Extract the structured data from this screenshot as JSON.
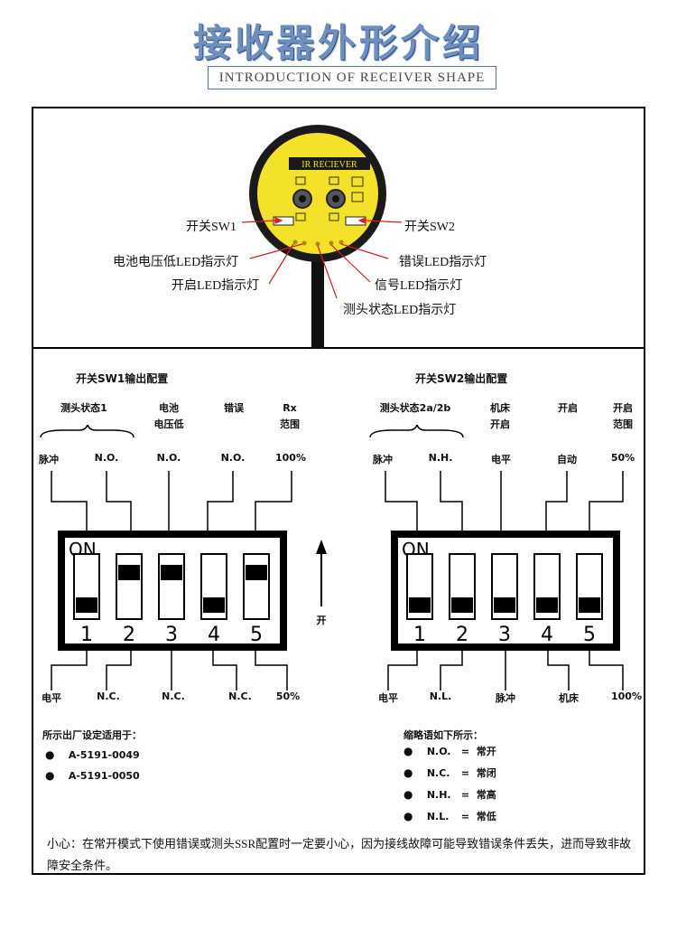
{
  "header": {
    "title": "接收器外形介绍",
    "subtitle": "INTRODUCTION OF RECEIVER SHAPE"
  },
  "receiver": {
    "label": "IR RECIEVER",
    "callouts": {
      "sw1": "开关SW1",
      "sw2": "开关SW2",
      "battery_led": "电池电压低LED指示灯",
      "error_led": "错误LED指示灯",
      "start_led": "开启LED指示灯",
      "signal_led": "信号LED指示灯",
      "probe_led": "测头状态LED指示灯"
    }
  },
  "sw1": {
    "title": "开关SW1输出配置",
    "group_labels": [
      "测头状态1",
      "电池\n电压低",
      "错误",
      "Rx\n范围"
    ],
    "top_labels": [
      "脉冲",
      "N.O.",
      "N.O.",
      "N.O.",
      "100%"
    ],
    "bottom_labels": [
      "电平",
      "N.C.",
      "N.C.",
      "N.C.",
      "50%"
    ],
    "positions": [
      "down",
      "up",
      "up",
      "down",
      "up"
    ],
    "on_label": "ON",
    "numbers": [
      "1",
      "2",
      "3",
      "4",
      "5"
    ]
  },
  "arrow_label": "开",
  "sw2": {
    "title": "开关SW2输出配置",
    "group_labels": [
      "测头状态2a/2b",
      "机床\n开启",
      "开启",
      "开启\n范围"
    ],
    "top_labels": [
      "脉冲",
      "N.H.",
      "电平",
      "自动",
      "50%"
    ],
    "bottom_labels": [
      "电平",
      "N.L.",
      "脉冲",
      "机床",
      "100%"
    ],
    "positions": [
      "down",
      "down",
      "down",
      "down",
      "down"
    ],
    "on_label": "ON",
    "numbers": [
      "1",
      "2",
      "3",
      "4",
      "5"
    ]
  },
  "factory": {
    "title": "所示出厂设定适用于：",
    "items": [
      "A-5191-0049",
      "A-5191-0050"
    ]
  },
  "abbrev": {
    "title": "缩略语如下所示：",
    "items": [
      {
        "key": "N.O.",
        "eq": "=",
        "value": "常开"
      },
      {
        "key": "N.C.",
        "eq": "=",
        "value": "常闭"
      },
      {
        "key": "N.H.",
        "eq": "=",
        "value": "常高"
      },
      {
        "key": "N.L.",
        "eq": "=",
        "value": "常低"
      }
    ]
  },
  "note": "小心：在常开模式下使用错误或测头SSR配置时一定要小心，因为接线故障可能导致错误条件丢失，进而导致非故障安全条件。",
  "colors": {
    "title_blue": "#6f8fbf",
    "receiver_yellow": "#f3e12a",
    "callout_red": "#d22020",
    "black": "#000000"
  }
}
